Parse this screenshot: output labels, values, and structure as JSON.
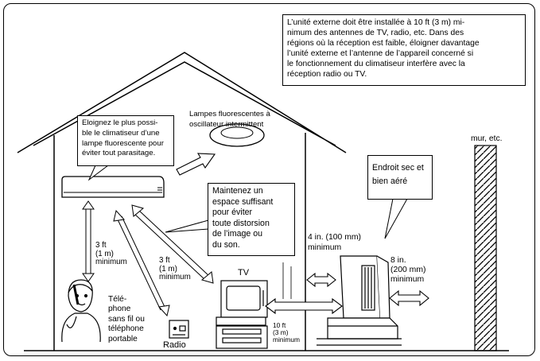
{
  "notes": {
    "top_right": "L’unité externe doit être installée à 10 ft (3 m) mi-\nnimum des antennes de TV, radio, etc. Dans des\nrégions où la réception est faible, éloigner davantage\nl’unité externe et l’antenne de l’appareil concerné si\nle fonctionnement du climatiseur interfère avec la\nréception radio ou TV.",
    "fluorescent_advice": "Eloignez le plus possi-\nble le climatiseur d’une\nlampe fluorescente pour\néviter tout parasitage.",
    "lamp_label": "Lampes fluorescentes à\noscillateur intermittent",
    "space_advice": "Maintenez un\nespace suffisant\npour éviter\ntoute distorsion\nde l’image ou\ndu son.",
    "dry_place": "Endroit sec et\nbien aéré",
    "wall": "mur, etc."
  },
  "distances": {
    "phone": "3 ft\n(1 m)\nminimum",
    "radio": "3 ft\n(1 m)\nminimum",
    "front": "4 in. (100 mm)\nminimum",
    "side": "8 in.\n(200 mm)\nminimum",
    "tv_outdoor": "10 ft\n(3 m)\nminimum"
  },
  "devices": {
    "phone": "Télé-\nphone\nsans fil ou\ntéléphone\nportable",
    "tv": "TV",
    "radio": "Radio"
  }
}
